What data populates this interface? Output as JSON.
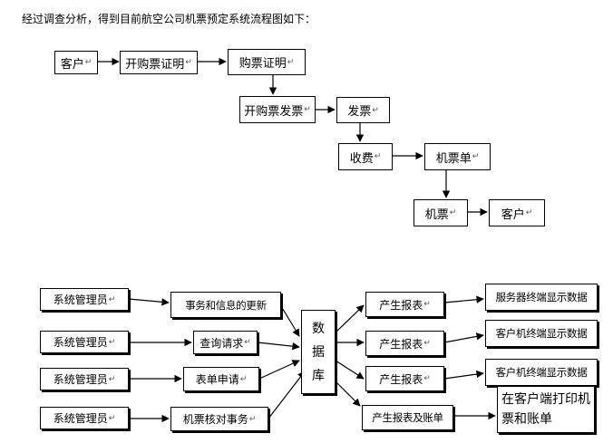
{
  "intro": "经过调查分析，得到目前航空公司机票预定系统流程图如下：",
  "para_mark": "↵",
  "flow1": {
    "customer_start": "客户",
    "open_receipt": "开购票证明",
    "receipt": "购票证明",
    "issue_ticket": "开购票发票",
    "invoice": "发票",
    "collect_fee": "收费",
    "ticket_form": "机票单",
    "ticket": "机票",
    "customer_end": "客户"
  },
  "flow2": {
    "admins": [
      "系统管理员",
      "系统管理员",
      "系统管理员",
      "系统管理员"
    ],
    "actions": [
      "事务和信息的更新",
      "查询请求",
      "表单申请",
      "机票核对事务"
    ],
    "database_chars": [
      "数",
      "据",
      "库"
    ],
    "reports": [
      "产生报表",
      "产生报表",
      "产生报表",
      "产生报表及账单"
    ],
    "outputs": [
      "服务器终端显示数据",
      "客户机终端显示数据",
      "客户机终端显示数据",
      "在客户端打印机票和账单"
    ]
  }
}
